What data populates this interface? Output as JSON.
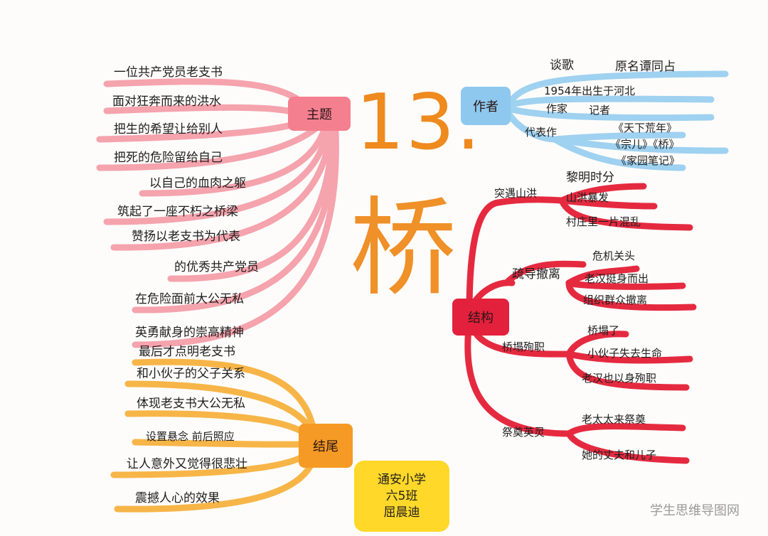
{
  "lesson": {
    "number": "13.",
    "title": "桥"
  },
  "theme": {
    "label": "主题",
    "items": [
      "一位共产党员老支书",
      "面对狂奔而来的洪水",
      "把生的希望让给别人",
      "把死的危险留给自己",
      "以自己的血肉之躯",
      "筑起了一座不朽之桥梁",
      "赞扬以老支书为代表",
      "的优秀共产党员",
      "在危险面前大公无私",
      "英勇献身的崇高精神"
    ]
  },
  "ending": {
    "label": "结尾",
    "items": [
      "最后才点明老支书",
      "和小伙子的父子关系",
      "体现老支书大公无私",
      "设置悬念   前后照应",
      "让人意外又觉得很悲壮",
      "震撼人心的效果"
    ]
  },
  "author": {
    "label": "作者",
    "items": [
      {
        "key": "谈歌",
        "value": "原名谭同占"
      },
      {
        "key": "1954年出生于河北",
        "value": ""
      },
      {
        "key": "作家",
        "value": "记者"
      },
      {
        "key": "代表作",
        "value": ""
      }
    ],
    "works": [
      "《天下荒年》",
      "《宗儿》《桥》",
      "《家园笔记》"
    ]
  },
  "structure": {
    "label": "结构",
    "sections": [
      {
        "label": "突遇山洪",
        "items": [
          "黎明时分",
          "山洪暴发",
          "村庄里一片混乱"
        ]
      },
      {
        "label": "疏导撤离",
        "items": [
          "危机关头",
          "老汉挺身而出",
          "组织群众撤离"
        ]
      },
      {
        "label": "桥塌殉职",
        "items": [
          "桥塌了",
          "小伙子失去生命",
          "老汉也以身殉职"
        ]
      },
      {
        "label": "祭奠英灵",
        "items": [
          "老太太来祭奠",
          "她的丈夫和儿子"
        ]
      }
    ]
  },
  "student": {
    "school": "通安小学",
    "class": "六5班",
    "name": "屈晨迪"
  },
  "watermark": "学生思维导图网",
  "colors": {
    "theme": "#f38a97",
    "ending": "#f5a733",
    "author": "#8fc9ec",
    "structure": "#e3213c",
    "title": "#ef9028",
    "student_card": "#ffd829"
  }
}
